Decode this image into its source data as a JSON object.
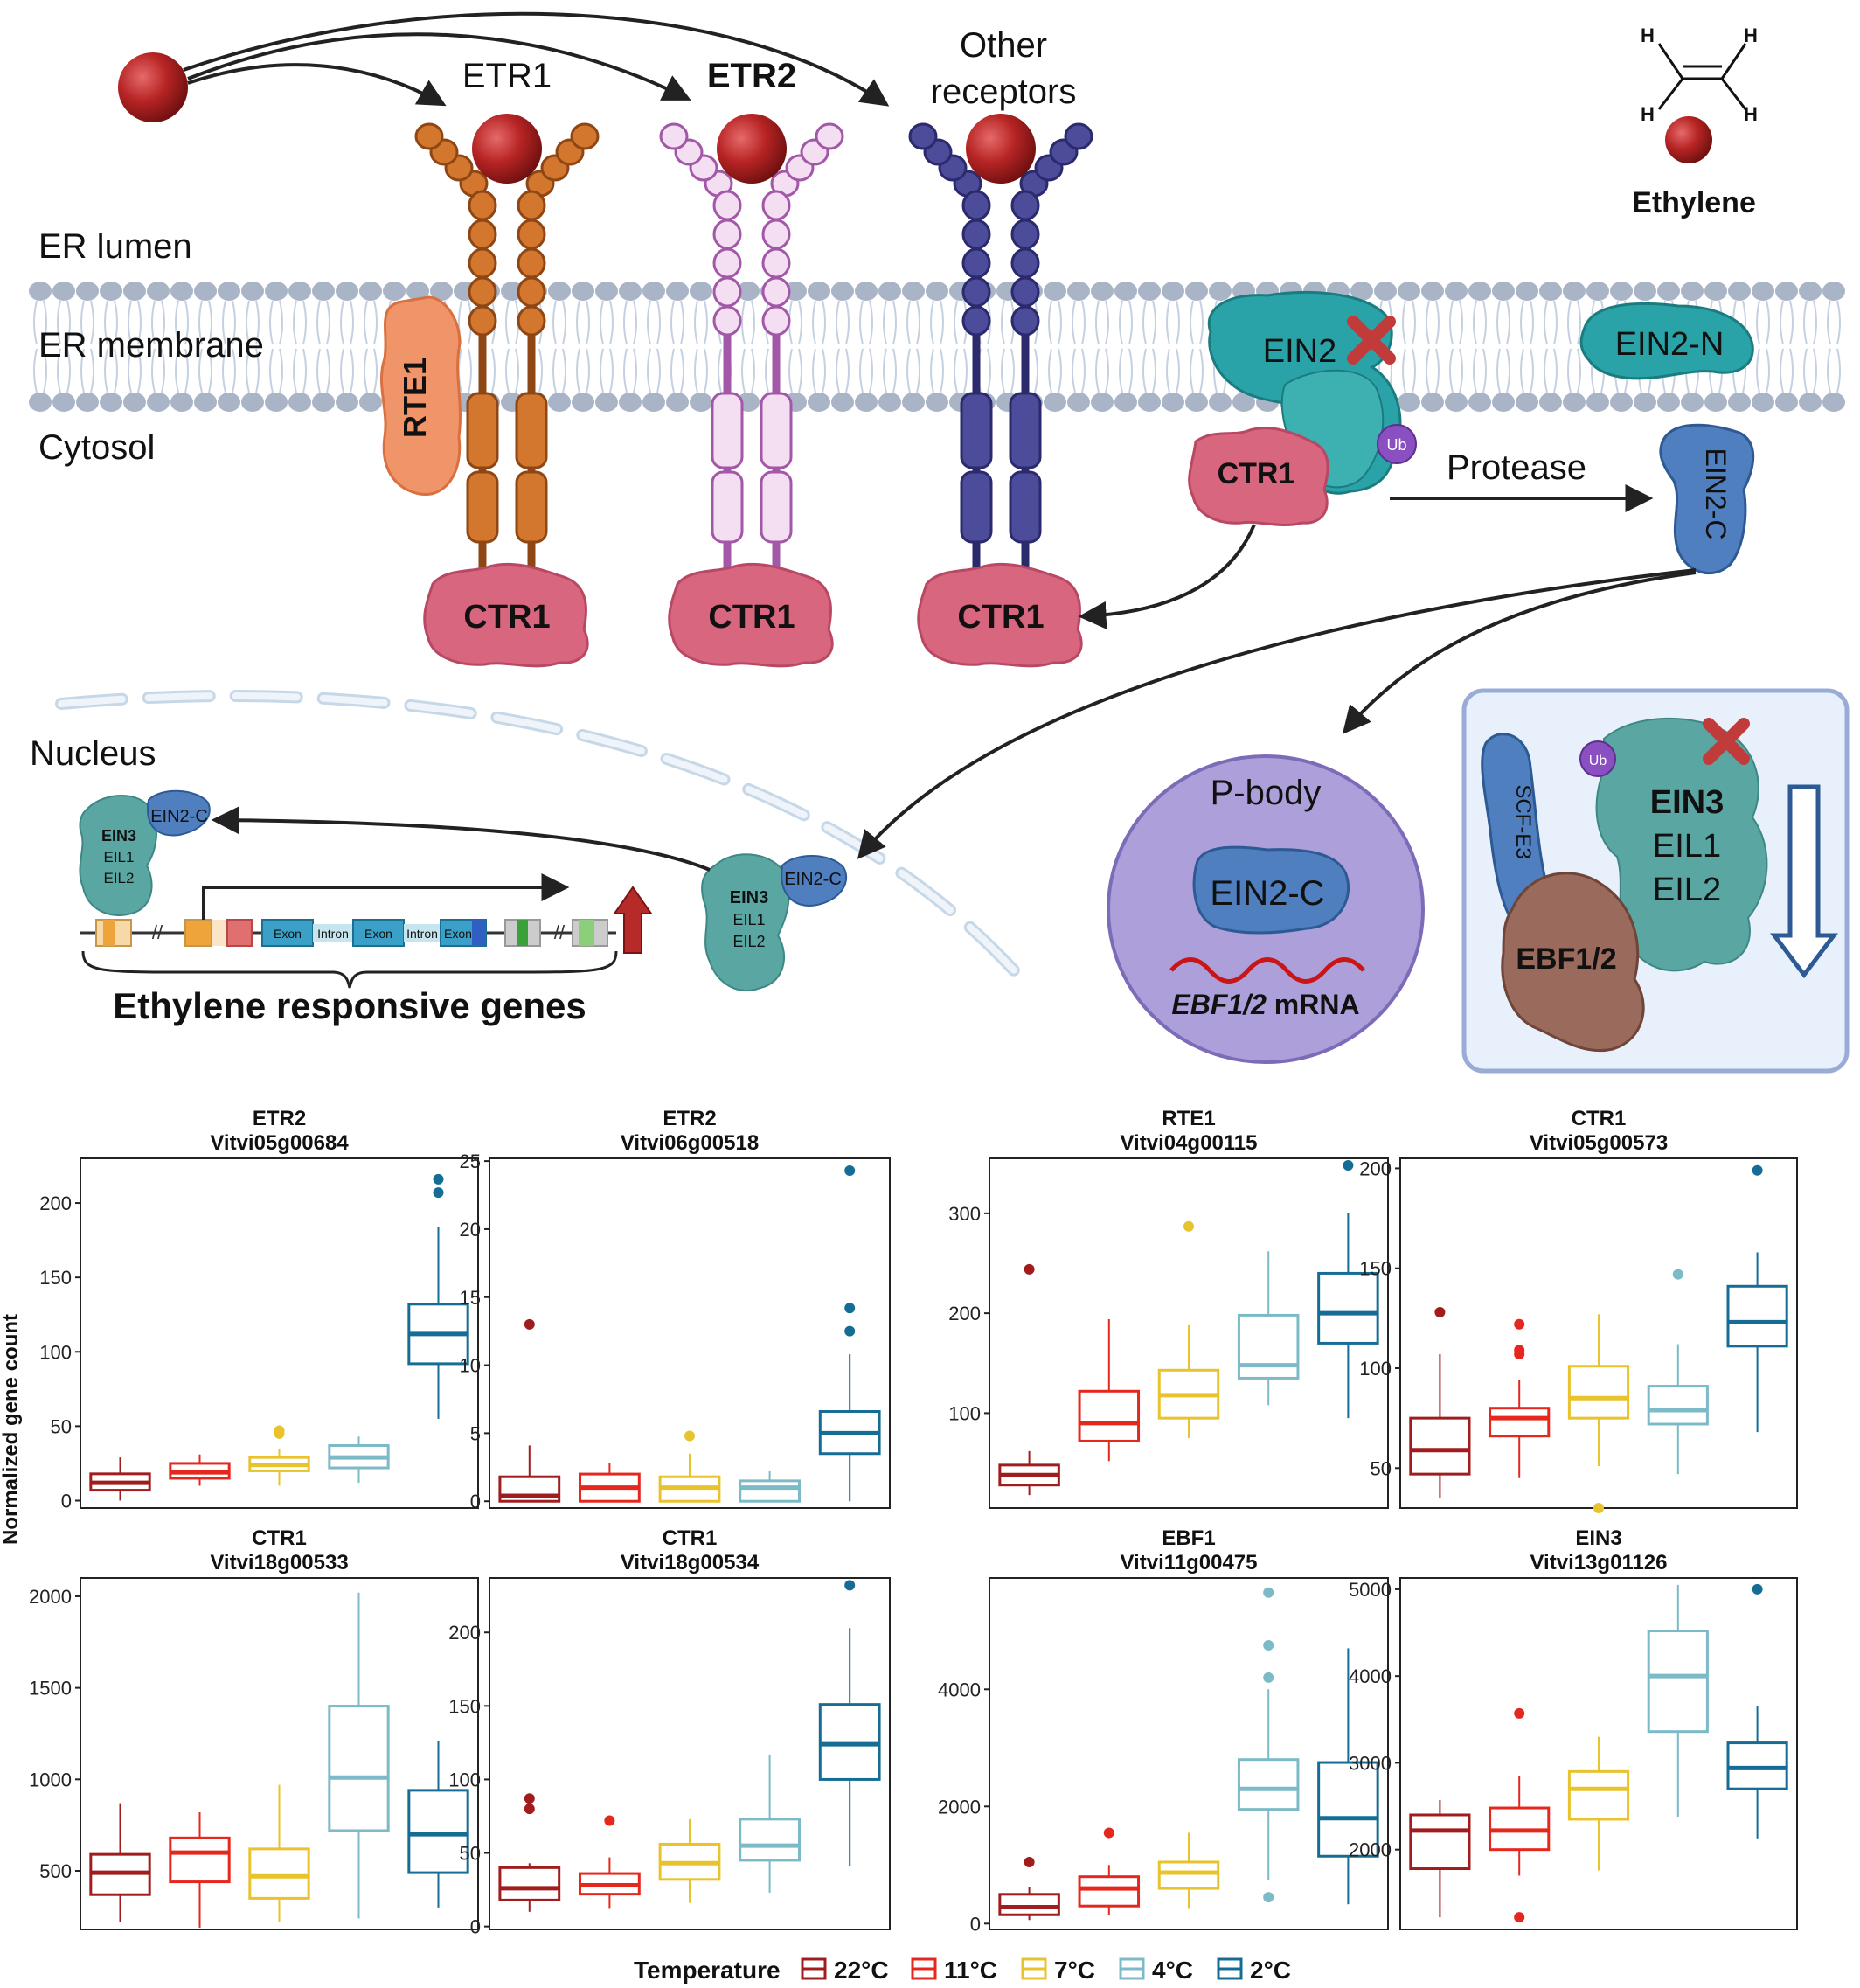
{
  "diagram": {
    "receptors": [
      "ETR1",
      "ETR2",
      "Other",
      "receptors"
    ],
    "compartments": [
      "ER lumen",
      "ER membrane",
      "Cytosol",
      "Nucleus"
    ],
    "ethylene_label": "Ethylene",
    "h_atoms": [
      "H",
      "H",
      "H",
      "H"
    ],
    "rte1": "RTE1",
    "ctr1": "CTR1",
    "ein2": "EIN2",
    "ein2n": "EIN2-N",
    "ein2c": "EIN2-C",
    "ub": "Ub",
    "protease": "Protease",
    "pbody": "P-body",
    "ebf_mrna_italic": "EBF1/2",
    "ebf_mrna_rest": " mRNA",
    "scf": "SCF-E3",
    "ebf12": "EBF1/2",
    "ein3": "EIN3",
    "eil1": "EIL1",
    "eil2": "EIL2",
    "gene_parts": [
      "Exon",
      "Intron",
      "Exon",
      "Intron",
      "Exon"
    ],
    "responsive_genes": "Ethylene responsive genes",
    "colors": {
      "etr1": "#d4772e",
      "etr2": "#a357a8",
      "other": "#4c4c9a",
      "ctr1": "#d9667f",
      "rte1": "#f0956a",
      "ein2": "#2aa3a8",
      "ein2c": "#4f7fbf",
      "ein3": "#5aa6a3",
      "ebf": "#9a6a5d",
      "ethylene": "#b02525",
      "pbody": "#ad9fd9",
      "membrane": "#a9b5c6"
    }
  },
  "legend": {
    "title": "Temperature",
    "items": [
      {
        "label": "22°C",
        "color": "#a11d1d"
      },
      {
        "label": "11°C",
        "color": "#e6271d"
      },
      {
        "label": "7°C",
        "color": "#e9c32d"
      },
      {
        "label": "4°C",
        "color": "#7cbac7"
      },
      {
        "label": "2°C",
        "color": "#156d96"
      }
    ]
  },
  "ylabel": "Normalized gene count",
  "chart_data": [
    {
      "type": "box",
      "title": [
        "ETR2",
        "Vitvi05g00684"
      ],
      "ylim": [
        -5,
        230
      ],
      "yticks": [
        0,
        50,
        100,
        150,
        200
      ],
      "boxes": [
        {
          "lo": 0,
          "q1": 7,
          "med": 12,
          "q3": 18,
          "hi": 29,
          "out": []
        },
        {
          "lo": 10,
          "q1": 15,
          "med": 19,
          "q3": 25,
          "hi": 31,
          "out": []
        },
        {
          "lo": 10,
          "q1": 20,
          "med": 24,
          "q3": 29,
          "hi": 35,
          "out": [
            45,
            47
          ]
        },
        {
          "lo": 12,
          "q1": 22,
          "med": 29,
          "q3": 37,
          "hi": 43,
          "out": []
        },
        {
          "lo": 55,
          "q1": 92,
          "med": 112,
          "q3": 132,
          "hi": 184,
          "out": [
            207,
            216
          ]
        }
      ]
    },
    {
      "type": "box",
      "title": [
        "ETR2",
        "Vitvi06g00518"
      ],
      "ylim": [
        -0.5,
        25.2
      ],
      "yticks": [
        0,
        5,
        10,
        15,
        20,
        25
      ],
      "boxes": [
        {
          "lo": 0,
          "q1": 0,
          "med": 0.4,
          "q3": 1.8,
          "hi": 4.1,
          "out": [
            13
          ]
        },
        {
          "lo": 0,
          "q1": 0,
          "med": 1,
          "q3": 2,
          "hi": 2.8,
          "out": []
        },
        {
          "lo": 0,
          "q1": 0,
          "med": 1,
          "q3": 1.8,
          "hi": 3.5,
          "out": [
            4.8
          ]
        },
        {
          "lo": 0,
          "q1": 0,
          "med": 1,
          "q3": 1.5,
          "hi": 2.2,
          "out": []
        },
        {
          "lo": 0,
          "q1": 3.5,
          "med": 5,
          "q3": 6.6,
          "hi": 10.8,
          "out": [
            12.5,
            14.2,
            24.3
          ]
        }
      ]
    },
    {
      "type": "box",
      "title": [
        "RTE1",
        "Vitvi04g00115"
      ],
      "ylim": [
        5,
        355
      ],
      "yticks": [
        100,
        200,
        300
      ],
      "boxes": [
        {
          "lo": 18,
          "q1": 28,
          "med": 38,
          "q3": 48,
          "hi": 62,
          "out": [
            244
          ]
        },
        {
          "lo": 52,
          "q1": 72,
          "med": 90,
          "q3": 122,
          "hi": 194,
          "out": []
        },
        {
          "lo": 75,
          "q1": 95,
          "med": 118,
          "q3": 143,
          "hi": 188,
          "out": [
            287
          ]
        },
        {
          "lo": 108,
          "q1": 135,
          "med": 148,
          "q3": 198,
          "hi": 262,
          "out": []
        },
        {
          "lo": 95,
          "q1": 170,
          "med": 200,
          "q3": 240,
          "hi": 300,
          "out": [
            348
          ]
        }
      ]
    },
    {
      "type": "box",
      "title": [
        "CTR1",
        "Vitvi05g00573"
      ],
      "ylim": [
        30,
        205
      ],
      "yticks": [
        50,
        100,
        150,
        200
      ],
      "boxes": [
        {
          "lo": 35,
          "q1": 47,
          "med": 59,
          "q3": 75,
          "hi": 107,
          "out": [
            128
          ]
        },
        {
          "lo": 45,
          "q1": 66,
          "med": 75,
          "q3": 80,
          "hi": 94,
          "out": [
            107,
            109,
            122
          ]
        },
        {
          "lo": 51,
          "q1": 75,
          "med": 85,
          "q3": 101,
          "hi": 127,
          "out": [
            30
          ]
        },
        {
          "lo": 47,
          "q1": 72,
          "med": 79,
          "q3": 91,
          "hi": 112,
          "out": [
            147
          ]
        },
        {
          "lo": 68,
          "q1": 111,
          "med": 123,
          "q3": 141,
          "hi": 158,
          "out": [
            199
          ]
        }
      ]
    },
    {
      "type": "box",
      "title": [
        "CTR1",
        "Vitvi18g00533"
      ],
      "ylim": [
        180,
        2100
      ],
      "yticks": [
        500,
        1000,
        1500,
        2000
      ],
      "boxes": [
        {
          "lo": 220,
          "q1": 370,
          "med": 490,
          "q3": 590,
          "hi": 870,
          "out": []
        },
        {
          "lo": 190,
          "q1": 440,
          "med": 600,
          "q3": 680,
          "hi": 820,
          "out": []
        },
        {
          "lo": 220,
          "q1": 350,
          "med": 470,
          "q3": 620,
          "hi": 970,
          "out": []
        },
        {
          "lo": 240,
          "q1": 720,
          "med": 1010,
          "q3": 1400,
          "hi": 2020,
          "out": []
        },
        {
          "lo": 300,
          "q1": 490,
          "med": 700,
          "q3": 940,
          "hi": 1210,
          "out": []
        }
      ]
    },
    {
      "type": "box",
      "title": [
        "CTR1",
        "Vitvi18g00534"
      ],
      "ylim": [
        -2,
        237
      ],
      "yticks": [
        0,
        50,
        100,
        150,
        200
      ],
      "boxes": [
        {
          "lo": 10,
          "q1": 18,
          "med": 26,
          "q3": 40,
          "hi": 43,
          "out": [
            80,
            87
          ]
        },
        {
          "lo": 12,
          "q1": 22,
          "med": 28,
          "q3": 36,
          "hi": 47,
          "out": [
            72
          ]
        },
        {
          "lo": 16,
          "q1": 32,
          "med": 43,
          "q3": 56,
          "hi": 73,
          "out": []
        },
        {
          "lo": 23,
          "q1": 45,
          "med": 55,
          "q3": 73,
          "hi": 117,
          "out": []
        },
        {
          "lo": 41,
          "q1": 100,
          "med": 124,
          "q3": 151,
          "hi": 203,
          "out": [
            232
          ]
        }
      ]
    },
    {
      "type": "box",
      "title": [
        "EBF1",
        "Vitvi11g00475"
      ],
      "ylim": [
        -100,
        5900
      ],
      "yticks": [
        0,
        2000,
        4000
      ],
      "boxes": [
        {
          "lo": 60,
          "q1": 150,
          "med": 280,
          "q3": 500,
          "hi": 620,
          "out": [
            1050
          ]
        },
        {
          "lo": 150,
          "q1": 300,
          "med": 600,
          "q3": 800,
          "hi": 1000,
          "out": [
            1550
          ]
        },
        {
          "lo": 250,
          "q1": 600,
          "med": 870,
          "q3": 1050,
          "hi": 1550,
          "out": []
        },
        {
          "lo": 750,
          "q1": 1950,
          "med": 2300,
          "q3": 2800,
          "hi": 4000,
          "out": [
            450,
            4200,
            4750,
            5650
          ]
        },
        {
          "lo": 330,
          "q1": 1150,
          "med": 1800,
          "q3": 2750,
          "hi": 4700,
          "out": []
        }
      ]
    },
    {
      "type": "box",
      "title": [
        "EIN3",
        "Vitvi13g01126"
      ],
      "ylim": [
        1080,
        5130
      ],
      "yticks": [
        2000,
        3000,
        4000,
        5000
      ],
      "boxes": [
        {
          "lo": 1220,
          "q1": 1780,
          "med": 2220,
          "q3": 2400,
          "hi": 2570,
          "out": []
        },
        {
          "lo": 1700,
          "q1": 2000,
          "med": 2220,
          "q3": 2480,
          "hi": 2850,
          "out": [
            1220,
            3570
          ]
        },
        {
          "lo": 1760,
          "q1": 2350,
          "med": 2700,
          "q3": 2900,
          "hi": 3300,
          "out": []
        },
        {
          "lo": 2380,
          "q1": 3360,
          "med": 4000,
          "q3": 4520,
          "hi": 5050,
          "out": []
        },
        {
          "lo": 2130,
          "q1": 2700,
          "med": 2940,
          "q3": 3230,
          "hi": 3650,
          "out": [
            5000
          ]
        }
      ]
    }
  ]
}
